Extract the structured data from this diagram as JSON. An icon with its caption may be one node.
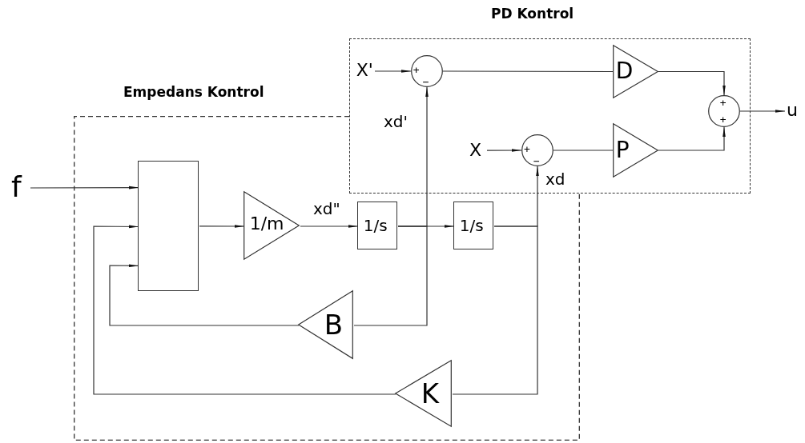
{
  "diagram": {
    "nodes": [
      {
        "text": [
          "Empedans Kontrol"
        ]
      },
      {
        "text": [
          "PD Kontrol"
        ]
      },
      {
        "text": [],
        "shape": "box",
        "in": 0
      },
      {
        "text": [
          "1/m"
        ],
        "in": 0
      },
      {
        "text": [
          "1/s"
        ],
        "in": 0
      },
      {
        "text": [
          "1/s"
        ],
        "in": 0
      },
      {
        "text": [
          "B"
        ],
        "in": 0
      },
      {
        "text": [
          "K"
        ],
        "in": 0
      },
      {
        "text": [
          "+",
          "−"
        ],
        "in": 1
      },
      {
        "text": [
          "+",
          "−"
        ]
      },
      {
        "text": [
          "D"
        ],
        "in": 1
      },
      {
        "text": [
          "P"
        ],
        "in": 1
      },
      {
        "text": [
          "+",
          "+"
        ],
        "in": 1
      },
      {
        "text": [
          "f"
        ]
      },
      {
        "text": [
          "X'"
        ],
        "in": 1
      },
      {
        "text": [
          "X"
        ]
      },
      {
        "text": [
          "u"
        ]
      }
    ],
    "edges": [
      {
        "from": 13,
        "to": 2,
        "arrow": "to"
      },
      {
        "from": 7,
        "to": 2,
        "arrow": "to"
      },
      {
        "from": 6,
        "to": 2,
        "arrow": "to"
      },
      {
        "from": 2,
        "to": 3,
        "arrow": "to"
      },
      {
        "from": 3,
        "to": 4,
        "arrow": "to",
        "label": "xd\""
      },
      {
        "from": 4,
        "to": 5,
        "arrow": "to"
      },
      {
        "from": 4,
        "to": 8,
        "arrow": "to",
        "label": "xd'"
      },
      {
        "from": 4,
        "to": 6,
        "arrow": "none"
      },
      {
        "from": 5,
        "to": 9,
        "arrow": "to",
        "label": "xd"
      },
      {
        "from": 5,
        "to": 7,
        "arrow": "none"
      },
      {
        "from": 14,
        "to": 8,
        "arrow": "to"
      },
      {
        "from": 15,
        "to": 9,
        "arrow": "to"
      },
      {
        "from": 8,
        "to": 10,
        "arrow": "none"
      },
      {
        "from": 9,
        "to": 11,
        "arrow": "none"
      },
      {
        "from": 10,
        "to": 12,
        "arrow": "to"
      },
      {
        "from": 11,
        "to": 12,
        "arrow": "to"
      },
      {
        "from": 12,
        "to": 16,
        "arrow": "to"
      }
    ]
  }
}
